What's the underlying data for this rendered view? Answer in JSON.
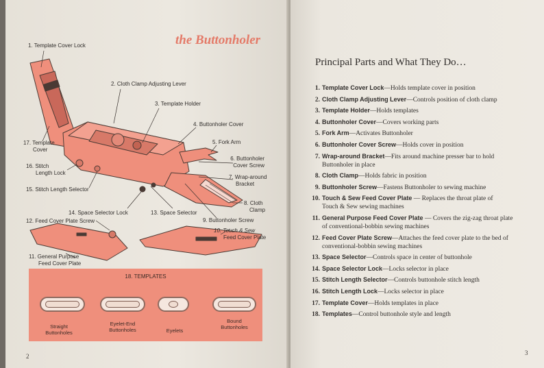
{
  "left_page": {
    "title": "the Buttonholer",
    "page_number": "2",
    "callouts": {
      "c1": "1. Template Cover Lock",
      "c2": "2. Cloth Clamp Adjusting Lever",
      "c3": "3. Template Holder",
      "c4": "4. Buttonholer Cover",
      "c5": "5. Fork Arm",
      "c6a": "6. Buttonholer",
      "c6b": "Cover Screw",
      "c7a": "7. Wrap-around",
      "c7b": "Bracket",
      "c8a": "8. Cloth",
      "c8b": "Clamp",
      "c9": "9. Buttonholer Screw",
      "c10a": "10. Touch & Sew",
      "c10b": "Feed Cover Plate",
      "c11a": "11. General Purpose",
      "c11b": "Feed Cover Plate",
      "c12": "12. Feed Cover Plate Screw",
      "c13": "13. Space Selector",
      "c14": "14. Space Selector Lock",
      "c15": "15. Stitch Length Selector",
      "c16a": "16. Stitch",
      "c16b": "Length Lock",
      "c17a": "17. Template",
      "c17b": "Cover"
    },
    "templates": {
      "title": "18. TEMPLATES",
      "items": [
        {
          "label1": "Straight",
          "label2": "Buttonholes"
        },
        {
          "label1": "Eyelet-End",
          "label2": "Buttonholes"
        },
        {
          "label1": "",
          "label2": "Eyelets"
        },
        {
          "label1": "Bound",
          "label2": "Buttonholes"
        }
      ]
    },
    "colors": {
      "accent": "#e47a68",
      "part_fill": "#ef8f7c"
    }
  },
  "right_page": {
    "title": "Principal Parts and What They Do…",
    "page_number": "3",
    "parts": [
      {
        "num": "1.",
        "name": "Template Cover Lock",
        "desc": "—Holds template cover in position",
        "cont": ""
      },
      {
        "num": "2.",
        "name": "Cloth Clamp Adjusting Lever",
        "desc": "—Controls position of cloth clamp",
        "cont": ""
      },
      {
        "num": "3.",
        "name": "Template Holder",
        "desc": "—Holds templates",
        "cont": ""
      },
      {
        "num": "4.",
        "name": "Buttonholer Cover",
        "desc": "—Covers working parts",
        "cont": ""
      },
      {
        "num": "5.",
        "name": "Fork Arm",
        "desc": "—Activates Buttonholer",
        "cont": ""
      },
      {
        "num": "6.",
        "name": "Buttonholer Cover Screw",
        "desc": "—Holds cover in position",
        "cont": ""
      },
      {
        "num": "7.",
        "name": "Wrap-around Bracket",
        "desc": "—Fits around machine presser bar to hold",
        "cont": "Buttonholer in place"
      },
      {
        "num": "8.",
        "name": "Cloth Clamp",
        "desc": "—Holds fabric in position",
        "cont": ""
      },
      {
        "num": "9.",
        "name": "Buttonholer Screw",
        "desc": "—Fastens Buttonholer to sewing machine",
        "cont": ""
      },
      {
        "num": "10.",
        "name": "Touch & Sew Feed Cover Plate",
        "desc": " — Replaces the throat plate of",
        "cont": "Touch & Sew sewing machines"
      },
      {
        "num": "11.",
        "name": "General Purpose Feed Cover Plate",
        "desc": " — Covers the zig-zag throat plate",
        "cont": "of conventional-bobbin sewing machines"
      },
      {
        "num": "12.",
        "name": "Feed Cover Plate Screw",
        "desc": "—Attaches the feed cover plate to the bed of",
        "cont": "conventional-bobbin sewing machines"
      },
      {
        "num": "13.",
        "name": "Space Selector",
        "desc": "—Controls space in center of buttonhole",
        "cont": ""
      },
      {
        "num": "14.",
        "name": "Space Selector Lock",
        "desc": "—Locks selector in place",
        "cont": ""
      },
      {
        "num": "15.",
        "name": "Stitch Length Selector",
        "desc": "—Controls buttonhole stitch length",
        "cont": ""
      },
      {
        "num": "16.",
        "name": "Stitch Length Lock",
        "desc": "—Locks selector in place",
        "cont": ""
      },
      {
        "num": "17.",
        "name": "Template Cover",
        "desc": "—Holds templates in place",
        "cont": ""
      },
      {
        "num": "18.",
        "name": "Templates",
        "desc": "—Control buttonhole style and length",
        "cont": ""
      }
    ]
  }
}
